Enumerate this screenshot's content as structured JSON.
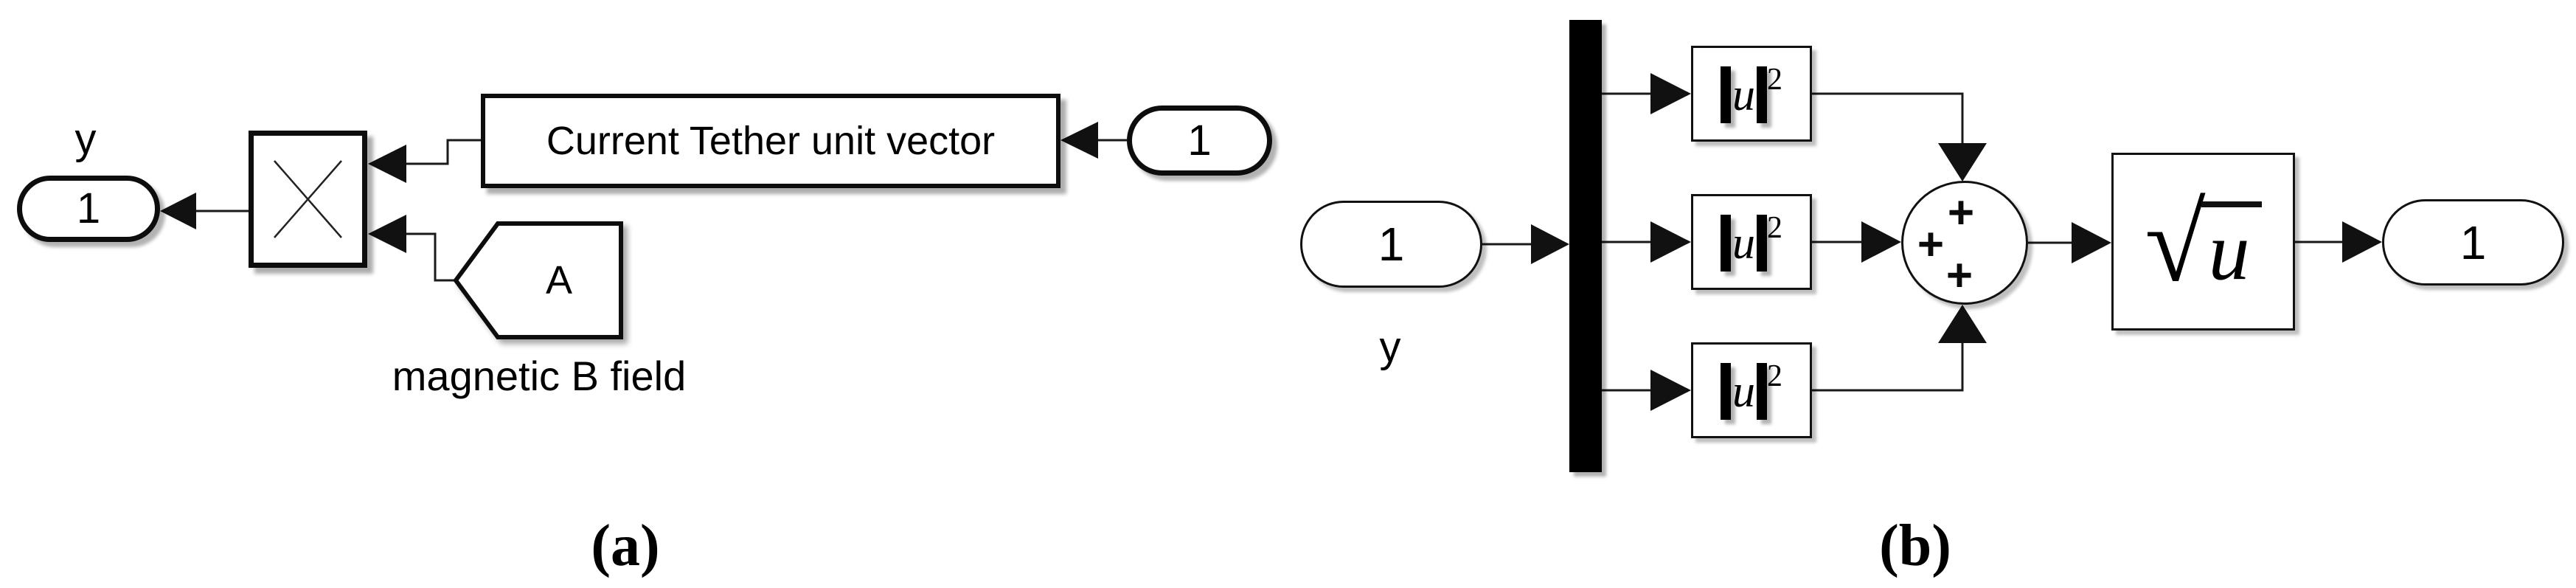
{
  "figure": {
    "caption_a": "(a)",
    "caption_b": "(b)",
    "colors": {
      "line": "#1a1a1a",
      "block_border": "#0d0d0d",
      "fill": "#ffffff"
    }
  },
  "diagram_a": {
    "outport": {
      "label": "1",
      "signal_name": "y"
    },
    "product_block": {
      "icon": "cross-product-x"
    },
    "unit_vector_block": {
      "label": "Current Tether unit vector"
    },
    "inport": {
      "label": "1"
    },
    "from_tag": {
      "label": "A",
      "caption": "magnetic B field"
    }
  },
  "diagram_b": {
    "inport": {
      "label": "1",
      "signal_name": "y"
    },
    "square_blocks": [
      {
        "bar_left": "|",
        "var": "u",
        "bar_right": "|",
        "exp": "2"
      },
      {
        "bar_left": "|",
        "var": "u",
        "bar_right": "|",
        "exp": "2"
      },
      {
        "bar_left": "|",
        "var": "u",
        "bar_right": "|",
        "exp": "2"
      }
    ],
    "sum_block": {
      "signs": [
        "+",
        "+",
        "+"
      ]
    },
    "sqrt_block": {
      "sign": "√",
      "radicand": "u"
    },
    "outport": {
      "label": "1"
    }
  }
}
